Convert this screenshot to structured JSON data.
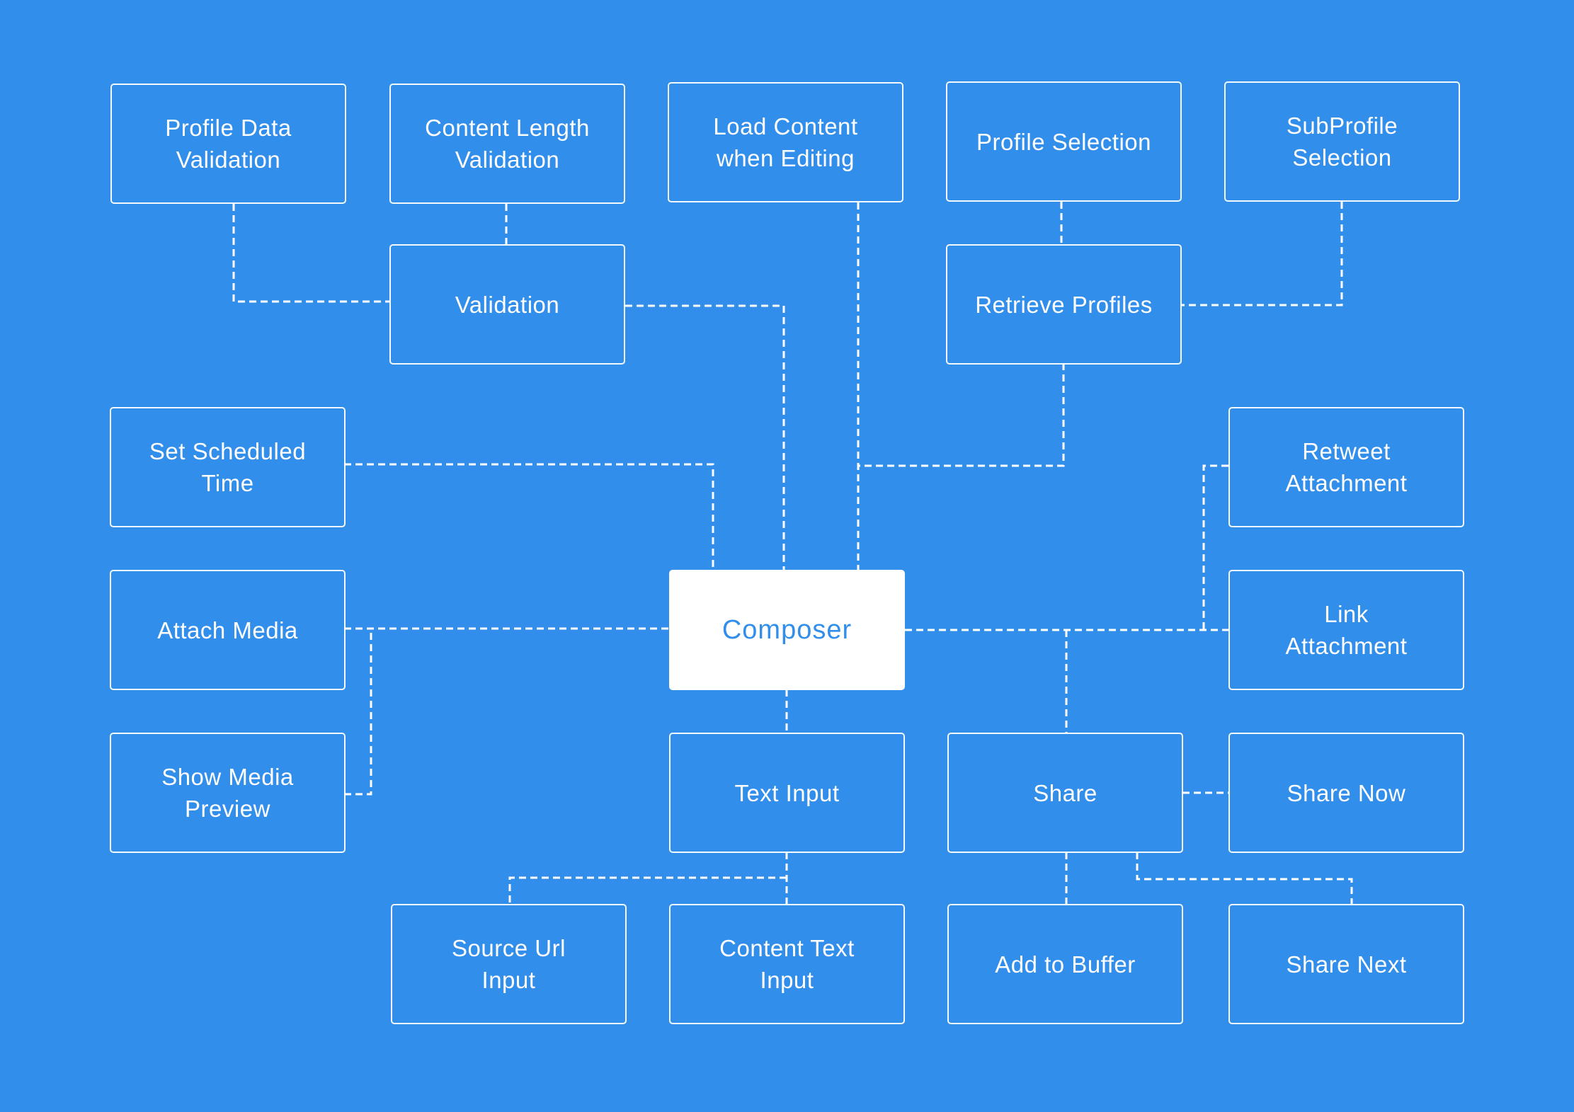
{
  "diagram": {
    "nodes": [
      {
        "id": "profile-data-validation",
        "label": "Profile Data\nValidation"
      },
      {
        "id": "content-length-validation",
        "label": "Content Length\nValidation"
      },
      {
        "id": "load-content-when-editing",
        "label": "Load Content\nwhen Editing"
      },
      {
        "id": "profile-selection",
        "label": "Profile Selection"
      },
      {
        "id": "subprofile-selection",
        "label": "SubProfile\nSelection"
      },
      {
        "id": "validation",
        "label": "Validation"
      },
      {
        "id": "retrieve-profiles",
        "label": "Retrieve Profiles"
      },
      {
        "id": "set-scheduled-time",
        "label": "Set Scheduled\nTime"
      },
      {
        "id": "retweet-attachment",
        "label": "Retweet\nAttachment"
      },
      {
        "id": "attach-media",
        "label": "Attach Media"
      },
      {
        "id": "composer",
        "label": "Composer"
      },
      {
        "id": "link-attachment",
        "label": "Link\nAttachment"
      },
      {
        "id": "show-media-preview",
        "label": "Show Media\nPreview"
      },
      {
        "id": "text-input",
        "label": "Text Input"
      },
      {
        "id": "share",
        "label": "Share"
      },
      {
        "id": "share-now",
        "label": "Share Now"
      },
      {
        "id": "source-url-input",
        "label": "Source Url\nInput"
      },
      {
        "id": "content-text-input",
        "label": "Content Text\nInput"
      },
      {
        "id": "add-to-buffer",
        "label": "Add to Buffer"
      },
      {
        "id": "share-next",
        "label": "Share Next"
      }
    ],
    "edges": [
      [
        "content-length-validation",
        "validation"
      ],
      [
        "profile-data-validation",
        "validation"
      ],
      [
        "validation",
        "composer"
      ],
      [
        "load-content-when-editing",
        "composer"
      ],
      [
        "profile-selection",
        "retrieve-profiles"
      ],
      [
        "subprofile-selection",
        "retrieve-profiles"
      ],
      [
        "retrieve-profiles",
        "composer"
      ],
      [
        "set-scheduled-time",
        "composer"
      ],
      [
        "attach-media",
        "composer"
      ],
      [
        "show-media-preview",
        "attach-media"
      ],
      [
        "composer",
        "link-attachment"
      ],
      [
        "retweet-attachment",
        "link-attachment"
      ],
      [
        "composer",
        "share"
      ],
      [
        "composer",
        "text-input"
      ],
      [
        "text-input",
        "content-text-input"
      ],
      [
        "text-input",
        "source-url-input"
      ],
      [
        "share",
        "share-now"
      ],
      [
        "share",
        "add-to-buffer"
      ],
      [
        "share",
        "share-next"
      ]
    ]
  },
  "colors": {
    "background": "#328eeb",
    "line": "#ffffff",
    "primary_fill": "#ffffff",
    "primary_text": "#328eeb"
  }
}
